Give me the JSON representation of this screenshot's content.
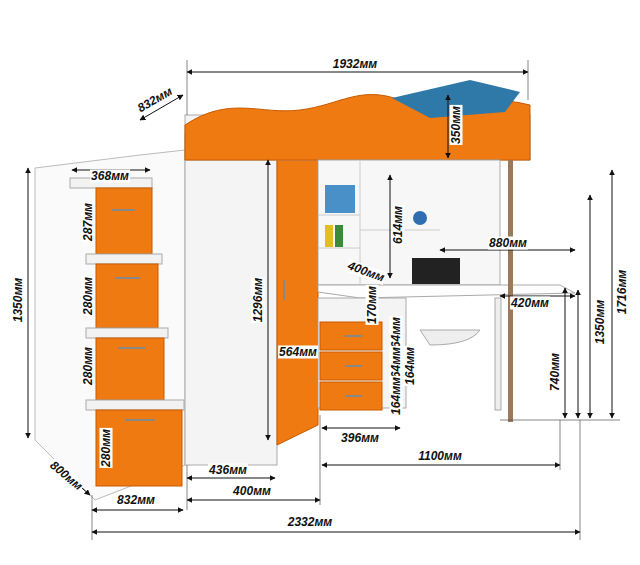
{
  "diagram": {
    "labels": [
      "1932мм",
      "832мм",
      "350мм",
      "368мм",
      "287мм",
      "1350мм",
      "280мм",
      "614мм",
      "880мм",
      "1716мм",
      "400мм",
      "1296мм",
      "280мм",
      "1350мм",
      "420мм",
      "170мм",
      "564мм",
      "164мм",
      "164мм",
      "164мм",
      "164мм",
      "740мм",
      "280мм",
      "396мм",
      "1100мм",
      "436мм",
      "800мм",
      "832мм",
      "400мм",
      "2332мм"
    ]
  }
}
